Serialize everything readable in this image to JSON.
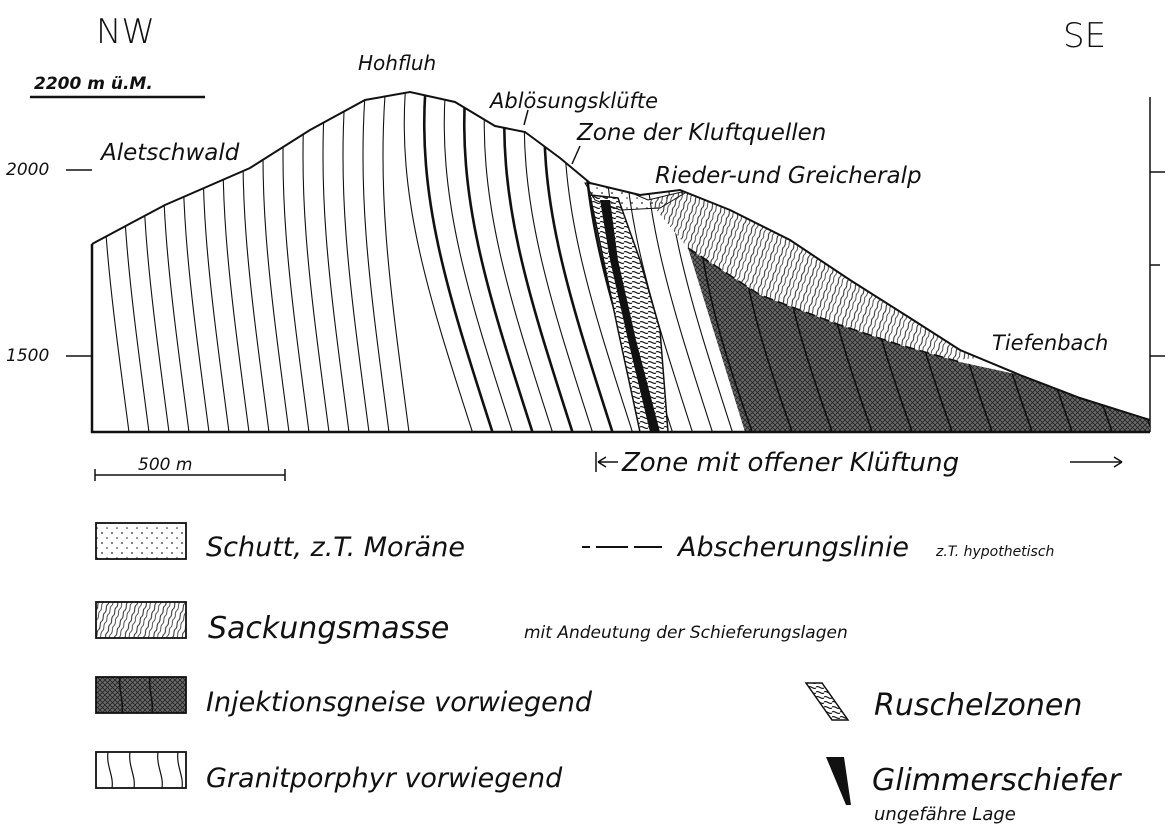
{
  "directions": {
    "left": "NW",
    "right": "SE"
  },
  "elevation": {
    "top_label": "2200 m ü.M.",
    "ticks": [
      "2000",
      "1500"
    ]
  },
  "places": {
    "hohfluh": "Hohfluh",
    "aletschwald": "Aletschwald",
    "abloesung": "Ablösungsklüfte",
    "kluftquellen": "Zone der Kluftquellen",
    "rieder": "Rieder-und Greicheralp",
    "tiefenbach": "Tiefenbach"
  },
  "scale": {
    "label": "500 m"
  },
  "zone": {
    "label": "Zone mit offener Klüftung"
  },
  "legend": {
    "schutt": "Schutt, z.T. Moräne",
    "abscherung": "Abscherungslinie",
    "abscherung_note": "z.T. hypothetisch",
    "sackung": "Sackungsmasse",
    "sackung_note": "mit Andeutung der Schieferungslagen",
    "injektion": "Injektionsgneise vorwiegend",
    "ruschel": "Ruschelzonen",
    "granit": "Granitporphyr vorwiegend",
    "glimmer": "Glimmerschiefer",
    "glimmer_note": "ungefähre Lage"
  }
}
